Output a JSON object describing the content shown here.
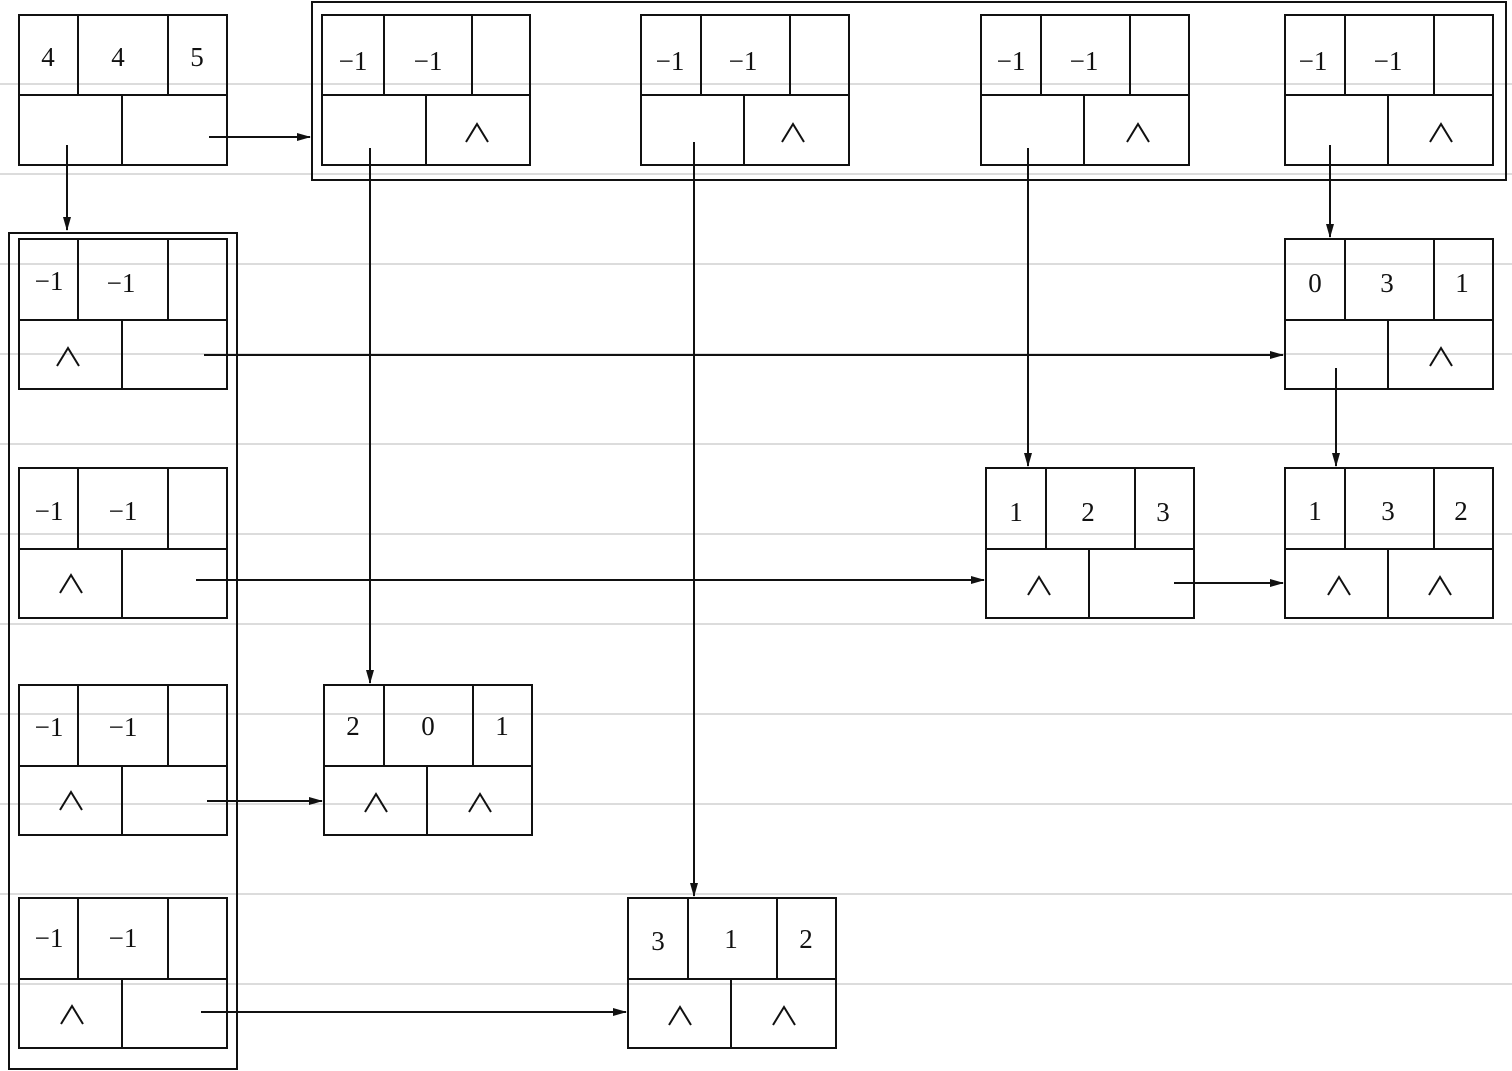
{
  "colors": {
    "line": "#111111",
    "ruled_lines": "#b8b8b8",
    "background": "#ffffff"
  },
  "icons": {
    "null_pointer": "wedge-up-icon"
  },
  "header": {
    "row": "4",
    "col": "4",
    "count": "5"
  },
  "row_heads": [
    {
      "row": "−1",
      "col": "−1"
    },
    {
      "row": "−1",
      "col": "−1"
    },
    {
      "row": "−1",
      "col": "−1"
    },
    {
      "row": "−1",
      "col": "−1"
    }
  ],
  "col_heads": [
    {
      "row": "−1",
      "col": "−1"
    },
    {
      "row": "−1",
      "col": "−1"
    },
    {
      "row": "−1",
      "col": "−1"
    },
    {
      "row": "−1",
      "col": "−1"
    }
  ],
  "elements": [
    {
      "row": "0",
      "col": "3",
      "value": "1"
    },
    {
      "row": "1",
      "col": "2",
      "value": "3"
    },
    {
      "row": "1",
      "col": "3",
      "value": "2"
    },
    {
      "row": "2",
      "col": "0",
      "value": "1"
    },
    {
      "row": "3",
      "col": "1",
      "value": "2"
    }
  ]
}
